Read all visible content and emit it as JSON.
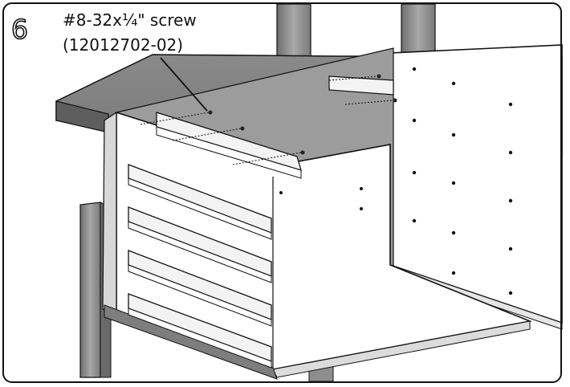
{
  "step": {
    "number": "6"
  },
  "callout": {
    "part_name": "#8-32x¼\" screw",
    "part_number": "(12012702-02)"
  },
  "colors": {
    "outline": "#111111",
    "desktop_top": "#7d7d7d",
    "desktop_edge": "#5e5e5e",
    "leg": "#9a9a9a",
    "leg_shade": "#6e6e6e",
    "panel": "#ffffff",
    "rail": "#f2f2f2",
    "underside": "#8e8e8e"
  },
  "icons": [
    "screw-icon",
    "hole-icon"
  ]
}
